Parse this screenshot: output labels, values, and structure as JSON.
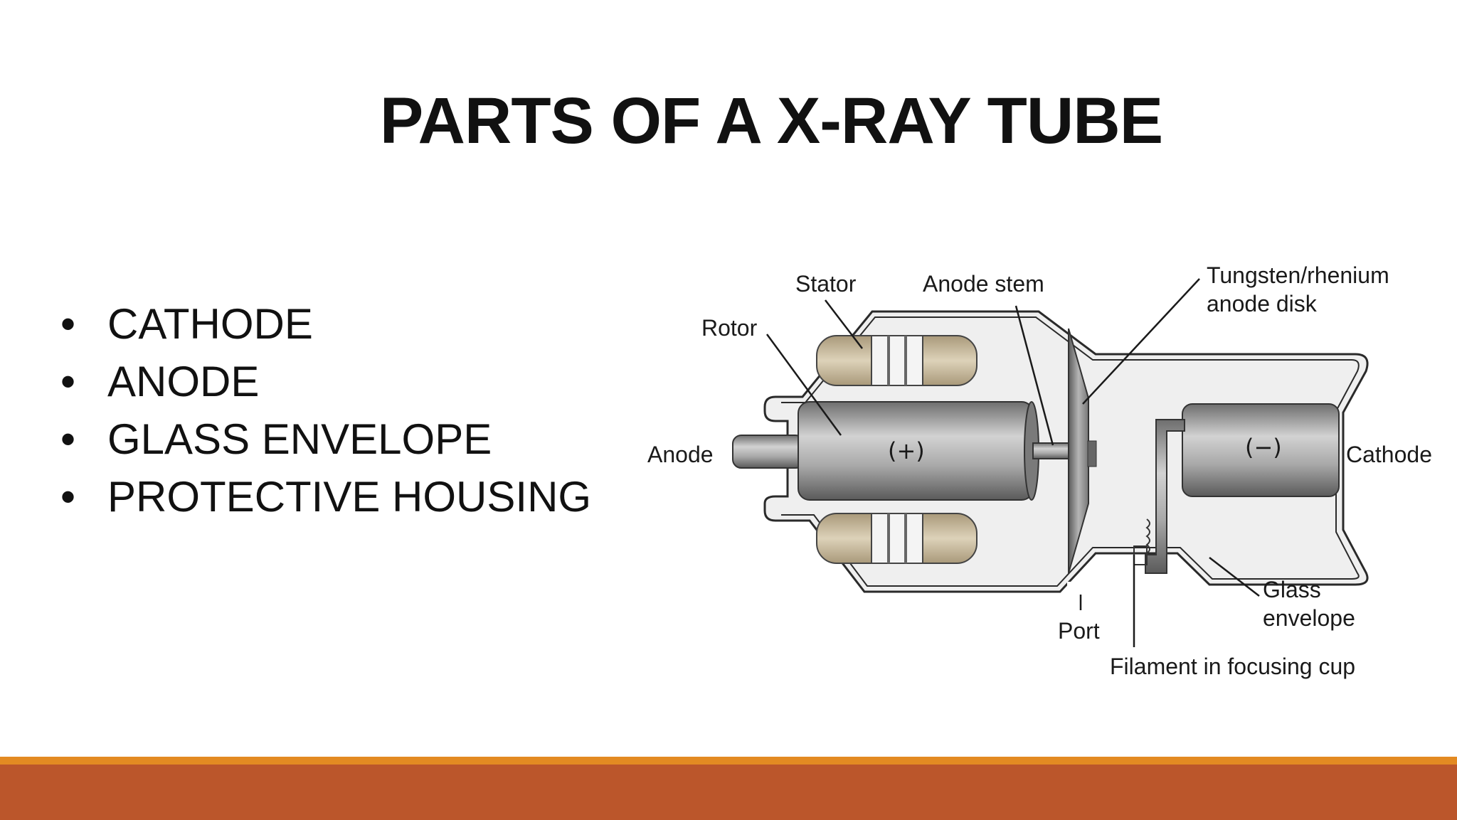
{
  "slide": {
    "title": "PARTS OF A X-RAY TUBE",
    "bullets": [
      "CATHODE",
      "ANODE",
      "GLASS ENVELOPE",
      "PROTECTIVE HOUSING"
    ],
    "bullet_glyph": "•"
  },
  "diagram": {
    "labels": {
      "stator": "Stator",
      "anode_stem": "Anode stem",
      "disk_line1": "Tungsten/rhenium",
      "disk_line2": "anode disk",
      "rotor": "Rotor",
      "anode": "Anode",
      "cathode": "Cathode",
      "glass_line1": "Glass",
      "glass_line2": "envelope",
      "port": "Port",
      "filament": "Filament in focusing cup"
    },
    "anode_sign": "(+)",
    "cathode_sign": "(−)"
  },
  "colors": {
    "footer_line": "#e38a22",
    "footer_bar": "#bb562b",
    "stator_tan": "#cfc2a6",
    "metal_gray": "#8c8c8c",
    "envelope_fill": "#eeeeee"
  }
}
